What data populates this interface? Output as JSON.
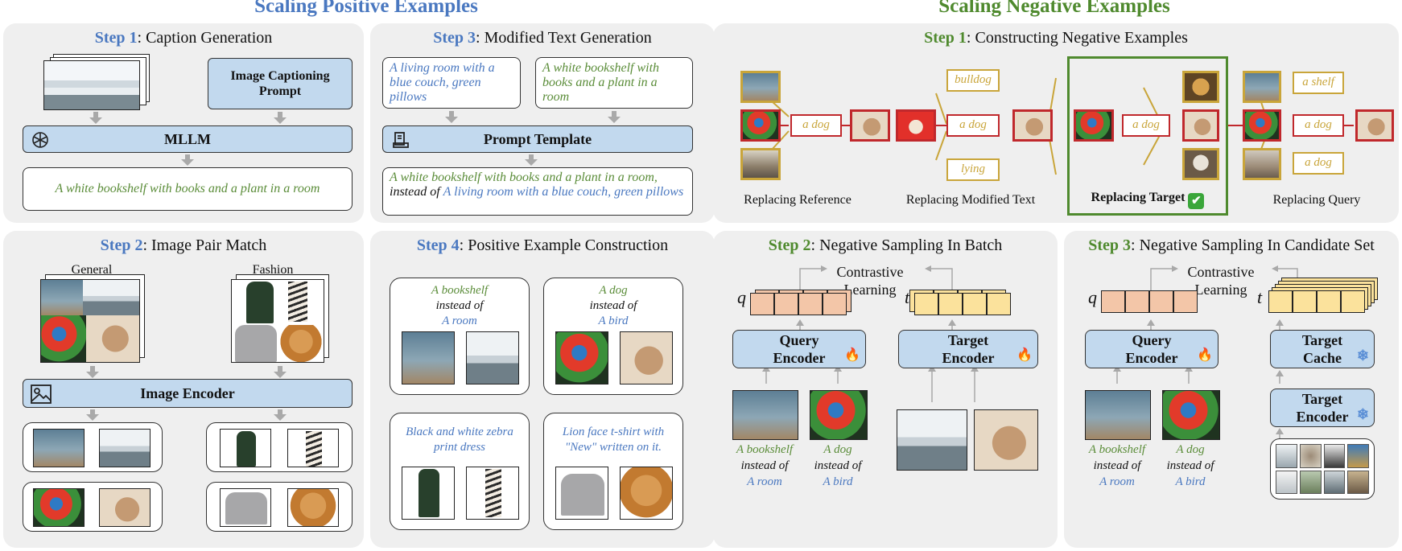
{
  "titles": {
    "positive": "Scaling Positive Examples",
    "negative": "Scaling Negative Examples"
  },
  "pos_step1": {
    "step": "Step 1",
    "name": ": Caption Generation",
    "prompt_box": "Image Captioning Prompt",
    "mllm": "MLLM",
    "caption": "A white bookshelf with books and a plant in a room"
  },
  "pos_step3": {
    "step": "Step 3",
    "name": ": Modified Text Generation",
    "text_a": "A living room with a blue couch, green pillows",
    "text_b": "A white bookshelf with books and a plant in a room",
    "template": "Prompt Template",
    "out_green": "A white bookshelf with books and a plant in a room,",
    "out_black": "instead of",
    "out_blue": "A living room with a blue couch, green pillows"
  },
  "pos_step2": {
    "step": "Step 2",
    "name": ": Image Pair Match",
    "general": "General",
    "fashion": "Fashion",
    "encoder": "Image Encoder"
  },
  "pos_step4": {
    "step": "Step 4",
    "name": ": Positive Example Construction",
    "card1": {
      "a": "A bookshelf",
      "b": "instead of",
      "c": "A room"
    },
    "card2": {
      "a": "A dog",
      "b": "instead of",
      "c": "A bird"
    },
    "card3": "Black and white zebra print dress",
    "card4": "Lion face t-shirt with \"New\" written on it."
  },
  "neg_step1": {
    "step": "Step 1",
    "name": ": Constructing Negative Examples",
    "g1_mid": "a dog",
    "g2_top": "bulldog",
    "g2_mid": "a dog",
    "g2_bot": "lying",
    "g3_mid": "a dog",
    "g4_top": "a shelf",
    "g4_mid": "a dog",
    "g4_bot": "a dog",
    "cap1": "Replacing Reference",
    "cap2": "Replacing Modified Text",
    "cap3": "Replacing Target",
    "cap4": "Replacing Query"
  },
  "neg_step2": {
    "step": "Step 2",
    "name": ": Negative Sampling In Batch",
    "contrastive": "Contrastive Learning",
    "q": "q",
    "t": "t",
    "query_enc": "Query Encoder",
    "target_enc": "Target Encoder",
    "ex1": {
      "a": "A bookshelf",
      "b": "instead of",
      "c": "A room"
    },
    "ex2": {
      "a": "A dog",
      "b": "instead of",
      "c": "A bird"
    }
  },
  "neg_step3": {
    "step": "Step 3",
    "name": ": Negative Sampling In Candidate Set",
    "contrastive": "Contrastive Learning",
    "q": "q",
    "t": "t",
    "query_enc": "Query Encoder",
    "target_cache": "Target Cache",
    "target_enc": "Target Encoder",
    "ex1": {
      "a": "A bookshelf",
      "b": "instead of",
      "c": "A room"
    },
    "ex2": {
      "a": "A dog",
      "b": "instead of",
      "c": "A bird"
    }
  },
  "colors": {
    "positive_accent": "#4a78c0",
    "negative_accent": "#4f8a2e",
    "reference_border": "#c9a53a",
    "target_border": "#c0282c",
    "box_fill": "#c2d9ee"
  },
  "icons": [
    "openai-logo-icon",
    "document-template-icon",
    "image-icon",
    "fire-icon",
    "snowflake-icon",
    "checkmark-icon"
  ]
}
